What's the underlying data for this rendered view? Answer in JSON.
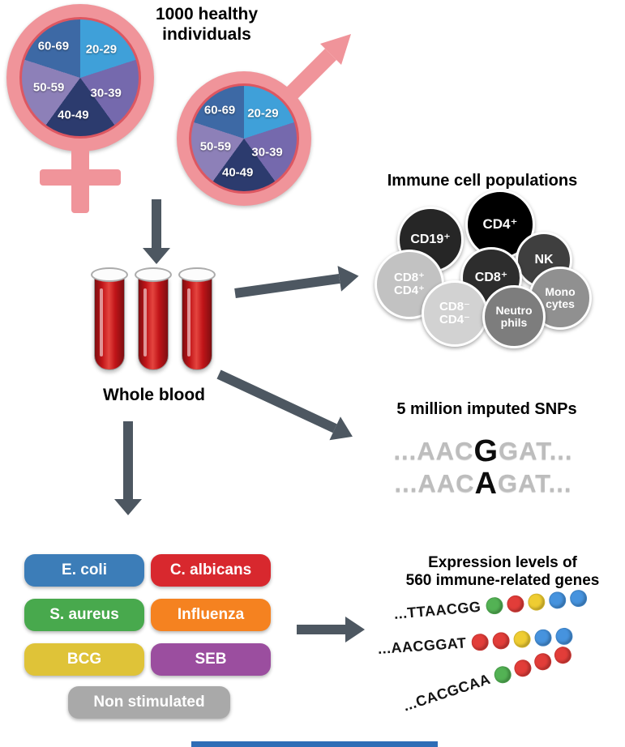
{
  "title": {
    "line1": "1000 healthy",
    "line2": "individuals"
  },
  "pie": {
    "segments": [
      {
        "label": "20-29",
        "color": "#3fa0d9"
      },
      {
        "label": "30-39",
        "color": "#7569ad"
      },
      {
        "label": "40-49",
        "color": "#2c3b6e"
      },
      {
        "label": "50-59",
        "color": "#8d80b8"
      },
      {
        "label": "60-69",
        "color": "#3d69a5"
      }
    ],
    "symbol_color": "#f0949a"
  },
  "whole_blood": {
    "label": "Whole blood"
  },
  "immune": {
    "title": "Immune cell populations",
    "cells": [
      {
        "label": "CD19⁺",
        "color": "#262626"
      },
      {
        "label": "CD4⁺",
        "color": "#000000"
      },
      {
        "label": "NK",
        "color": "#3f3f3f"
      },
      {
        "label": "CD8⁺\nCD4⁺",
        "color": "#c2c2c2"
      },
      {
        "label": "CD8⁺",
        "color": "#2d2d2d"
      },
      {
        "label": "Mono\ncytes",
        "color": "#909090"
      },
      {
        "label": "CD8⁻\nCD4⁻",
        "color": "#d2d2d2"
      },
      {
        "label": "Neutro\nphils",
        "color": "#7d7d7d"
      }
    ]
  },
  "snps": {
    "title": "5 million imputed SNPs",
    "lines": [
      {
        "prefix": "...AAC",
        "variant": "G",
        "suffix": "GAT..."
      },
      {
        "prefix": "...AAC",
        "variant": "A",
        "suffix": "GAT..."
      }
    ]
  },
  "stimulations": [
    {
      "label": "E. coli",
      "color": "#3c7db8"
    },
    {
      "label": "C. albicans",
      "color": "#d8282e"
    },
    {
      "label": "S. aureus",
      "color": "#48a94d"
    },
    {
      "label": "Influenza",
      "color": "#f58220"
    },
    {
      "label": "BCG",
      "color": "#dfc338"
    },
    {
      "label": "SEB",
      "color": "#9b4e9f"
    },
    {
      "label": "Non stimulated",
      "color": "#a9a9a9"
    }
  ],
  "expression": {
    "title_line1": "Expression levels of",
    "title_line2": "560 immune-related genes",
    "rows": [
      {
        "seq": "...TTAACGG",
        "dots": [
          "#53b254",
          "#e23d39",
          "#efcd32",
          "#4693de",
          "#4693de"
        ]
      },
      {
        "seq": "...AACGGAT",
        "dots": [
          "#e23d39",
          "#e23d39",
          "#efcd32",
          "#4693de",
          "#4693de"
        ]
      },
      {
        "seq": "...CACGCAA",
        "dots": [
          "#53b254",
          "#e23d39",
          "#e23d39",
          "#e23d39"
        ]
      }
    ]
  }
}
